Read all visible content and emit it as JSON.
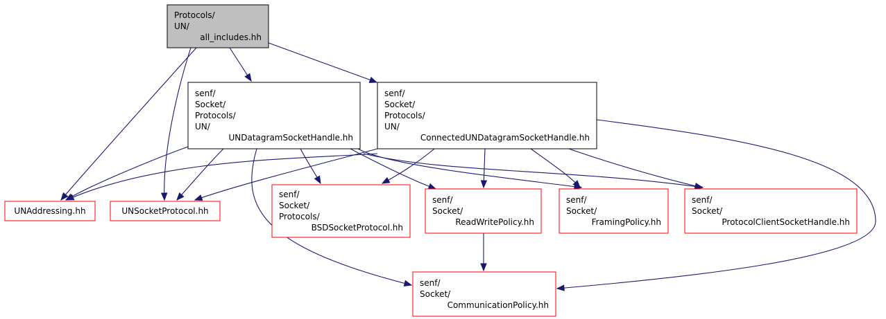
{
  "colors": {
    "root_fill": "#bfbfbf",
    "root_border": "#000000",
    "documented_border": "#000000",
    "undocumented_border": "#ff0000",
    "node_fill": "#ffffff",
    "edge": "#191970"
  },
  "nodes": [
    {
      "id": "all_includes",
      "kind": "root",
      "lines": [
        "Protocols/",
        "UN/",
        "all_includes.hh"
      ]
    },
    {
      "id": "undgram",
      "kind": "documented",
      "lines": [
        "senf/",
        "Socket/",
        "Protocols/",
        "UN/",
        "UNDatagramSocketHandle.hh"
      ]
    },
    {
      "id": "conn",
      "kind": "documented",
      "lines": [
        "senf/",
        "Socket/",
        "Protocols/",
        "UN/",
        "ConnectedUNDatagramSocketHandle.hh"
      ]
    },
    {
      "id": "unaddr",
      "kind": "undocumented",
      "lines": [
        "UNAddressing.hh"
      ]
    },
    {
      "id": "unsock",
      "kind": "undocumented",
      "lines": [
        "UNSocketProtocol.hh"
      ]
    },
    {
      "id": "bsd",
      "kind": "undocumented",
      "lines": [
        "senf/",
        "Socket/",
        "Protocols/",
        "BSDSocketProtocol.hh"
      ]
    },
    {
      "id": "rw",
      "kind": "undocumented",
      "lines": [
        "senf/",
        "Socket/",
        "ReadWritePolicy.hh"
      ]
    },
    {
      "id": "fr",
      "kind": "undocumented",
      "lines": [
        "senf/",
        "Socket/",
        "FramingPolicy.hh"
      ]
    },
    {
      "id": "pcsh",
      "kind": "undocumented",
      "lines": [
        "senf/",
        "Socket/",
        "ProtocolClientSocketHandle.hh"
      ]
    },
    {
      "id": "comm",
      "kind": "undocumented",
      "lines": [
        "senf/",
        "Socket/",
        "CommunicationPolicy.hh"
      ]
    }
  ],
  "edges": [
    {
      "from": "all_includes",
      "to": "undgram"
    },
    {
      "from": "all_includes",
      "to": "conn"
    },
    {
      "from": "all_includes",
      "to": "unaddr"
    },
    {
      "from": "all_includes",
      "to": "unsock"
    },
    {
      "from": "undgram",
      "to": "unaddr"
    },
    {
      "from": "undgram",
      "to": "unsock"
    },
    {
      "from": "undgram",
      "to": "bsd"
    },
    {
      "from": "undgram",
      "to": "rw"
    },
    {
      "from": "undgram",
      "to": "fr"
    },
    {
      "from": "undgram",
      "to": "pcsh"
    },
    {
      "from": "undgram",
      "to": "comm"
    },
    {
      "from": "conn",
      "to": "unaddr"
    },
    {
      "from": "conn",
      "to": "unsock"
    },
    {
      "from": "conn",
      "to": "bsd"
    },
    {
      "from": "conn",
      "to": "rw"
    },
    {
      "from": "conn",
      "to": "fr"
    },
    {
      "from": "conn",
      "to": "pcsh"
    },
    {
      "from": "conn",
      "to": "comm"
    },
    {
      "from": "rw",
      "to": "comm"
    }
  ]
}
